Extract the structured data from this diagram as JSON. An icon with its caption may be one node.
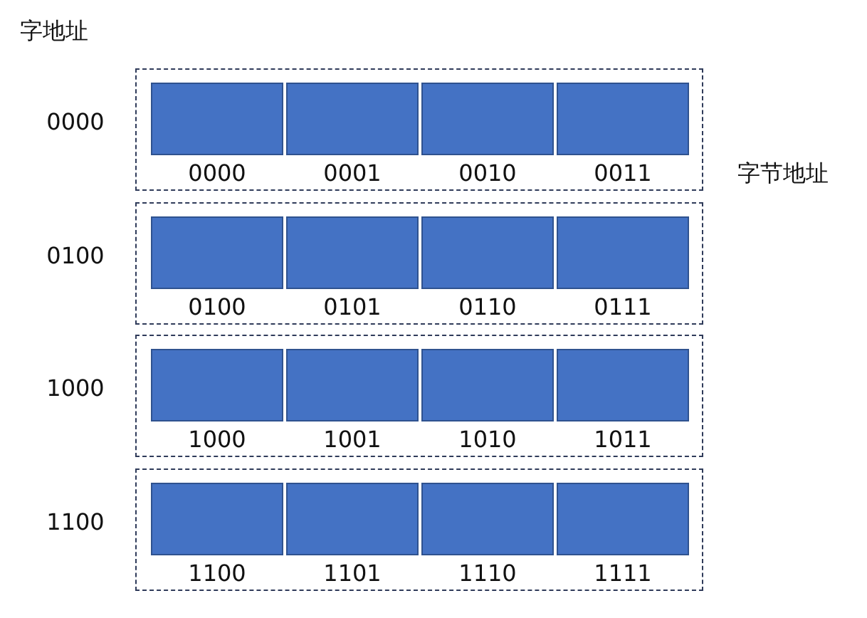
{
  "diagram": {
    "nodes": [
      {
        "text": [],
        "shape": "box",
        "beside": [
          "0000"
        ]
      },
      {
        "text": [],
        "shape": "box",
        "in": 0,
        "beside": [
          "0000"
        ]
      },
      {
        "text": [],
        "shape": "box",
        "in": 0,
        "beside": [
          "0001"
        ]
      },
      {
        "text": [],
        "shape": "box",
        "in": 0,
        "beside": [
          "0010"
        ]
      },
      {
        "text": [],
        "shape": "box",
        "in": 0,
        "beside": [
          "0011"
        ]
      },
      {
        "text": [],
        "shape": "box",
        "beside": [
          "0100"
        ]
      },
      {
        "text": [],
        "shape": "box",
        "in": 5,
        "beside": [
          "0100"
        ]
      },
      {
        "text": [],
        "shape": "box",
        "in": 5,
        "beside": [
          "0101"
        ]
      },
      {
        "text": [],
        "shape": "box",
        "in": 5,
        "beside": [
          "0110"
        ]
      },
      {
        "text": [],
        "shape": "box",
        "in": 5,
        "beside": [
          "0111"
        ]
      },
      {
        "text": [],
        "shape": "box",
        "beside": [
          "1000"
        ]
      },
      {
        "text": [],
        "shape": "box",
        "in": 10,
        "beside": [
          "1000"
        ]
      },
      {
        "text": [],
        "shape": "box",
        "in": 10,
        "beside": [
          "1001"
        ]
      },
      {
        "text": [],
        "shape": "box",
        "in": 10,
        "beside": [
          "1010"
        ]
      },
      {
        "text": [],
        "shape": "box",
        "in": 10,
        "beside": [
          "1011"
        ]
      },
      {
        "text": [],
        "shape": "box",
        "beside": [
          "1100"
        ]
      },
      {
        "text": [],
        "shape": "box",
        "in": 15,
        "beside": [
          "1100"
        ]
      },
      {
        "text": [],
        "shape": "box",
        "in": 15,
        "beside": [
          "1101"
        ]
      },
      {
        "text": [],
        "shape": "box",
        "in": 15,
        "beside": [
          "1110"
        ]
      },
      {
        "text": [],
        "shape": "box",
        "in": 15,
        "beside": [
          "1111"
        ]
      }
    ],
    "labels": [
      "字地址",
      "字节地址"
    ]
  }
}
